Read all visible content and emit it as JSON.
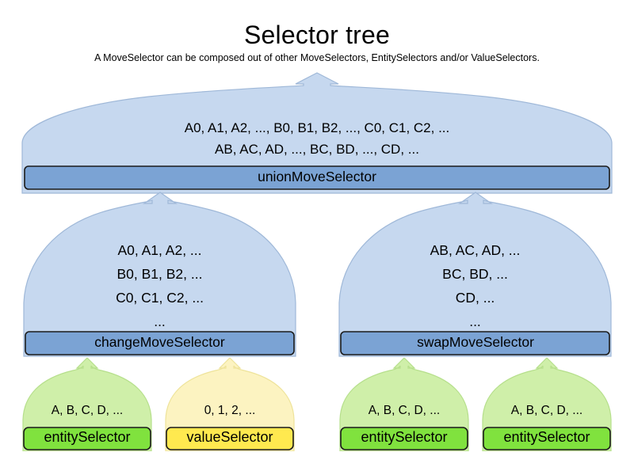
{
  "title": "Selector tree",
  "subtitle": "A MoveSelector can be composed out of other MoveSelectors, EntitySelectors and/or ValueSelectors.",
  "colors": {
    "dome_blue_fill": "#C6D8EF",
    "dome_blue_stroke": "#9FB8D8",
    "bar_blue_fill": "#7BA3D4",
    "bar_blue_stroke": "#1A1A1A",
    "dome_green_fill": "#CFEFA9",
    "dome_green_stroke": "#B6DF8C",
    "bar_green_fill": "#80E23E",
    "bar_green_stroke": "#1A1A1A",
    "dome_yellow_fill": "#FCF3C1",
    "dome_yellow_stroke": "#EEE39A",
    "bar_yellow_fill": "#FFE94F",
    "bar_yellow_stroke": "#1A1A1A",
    "text": "#000000",
    "background": "#FFFFFF"
  },
  "nodes": {
    "union": {
      "label": "unionMoveSelector",
      "lines": [
        "A0, A1, A2, ..., B0, B1, B2, ..., C0, C1, C2, ...",
        "AB, AC, AD, ..., BC, BD, ..., CD, ..."
      ]
    },
    "change": {
      "label": "changeMoveSelector",
      "lines": [
        "A0, A1, A2, ...",
        "B0, B1, B2, ...",
        "C0, C1, C2, ...",
        "..."
      ]
    },
    "swap": {
      "label": "swapMoveSelector",
      "lines": [
        "AB, AC, AD, ...",
        "BC, BD, ...",
        "CD, ...",
        "..."
      ]
    },
    "leaves": [
      {
        "label": "entitySelector",
        "lines": [
          "A, B, C, D, ..."
        ],
        "kind": "entity"
      },
      {
        "label": "valueSelector",
        "lines": [
          "0, 1, 2, ..."
        ],
        "kind": "value"
      },
      {
        "label": "entitySelector",
        "lines": [
          "A, B, C, D, ..."
        ],
        "kind": "entity"
      },
      {
        "label": "entitySelector",
        "lines": [
          "A, B, C, D, ..."
        ],
        "kind": "entity"
      }
    ]
  }
}
